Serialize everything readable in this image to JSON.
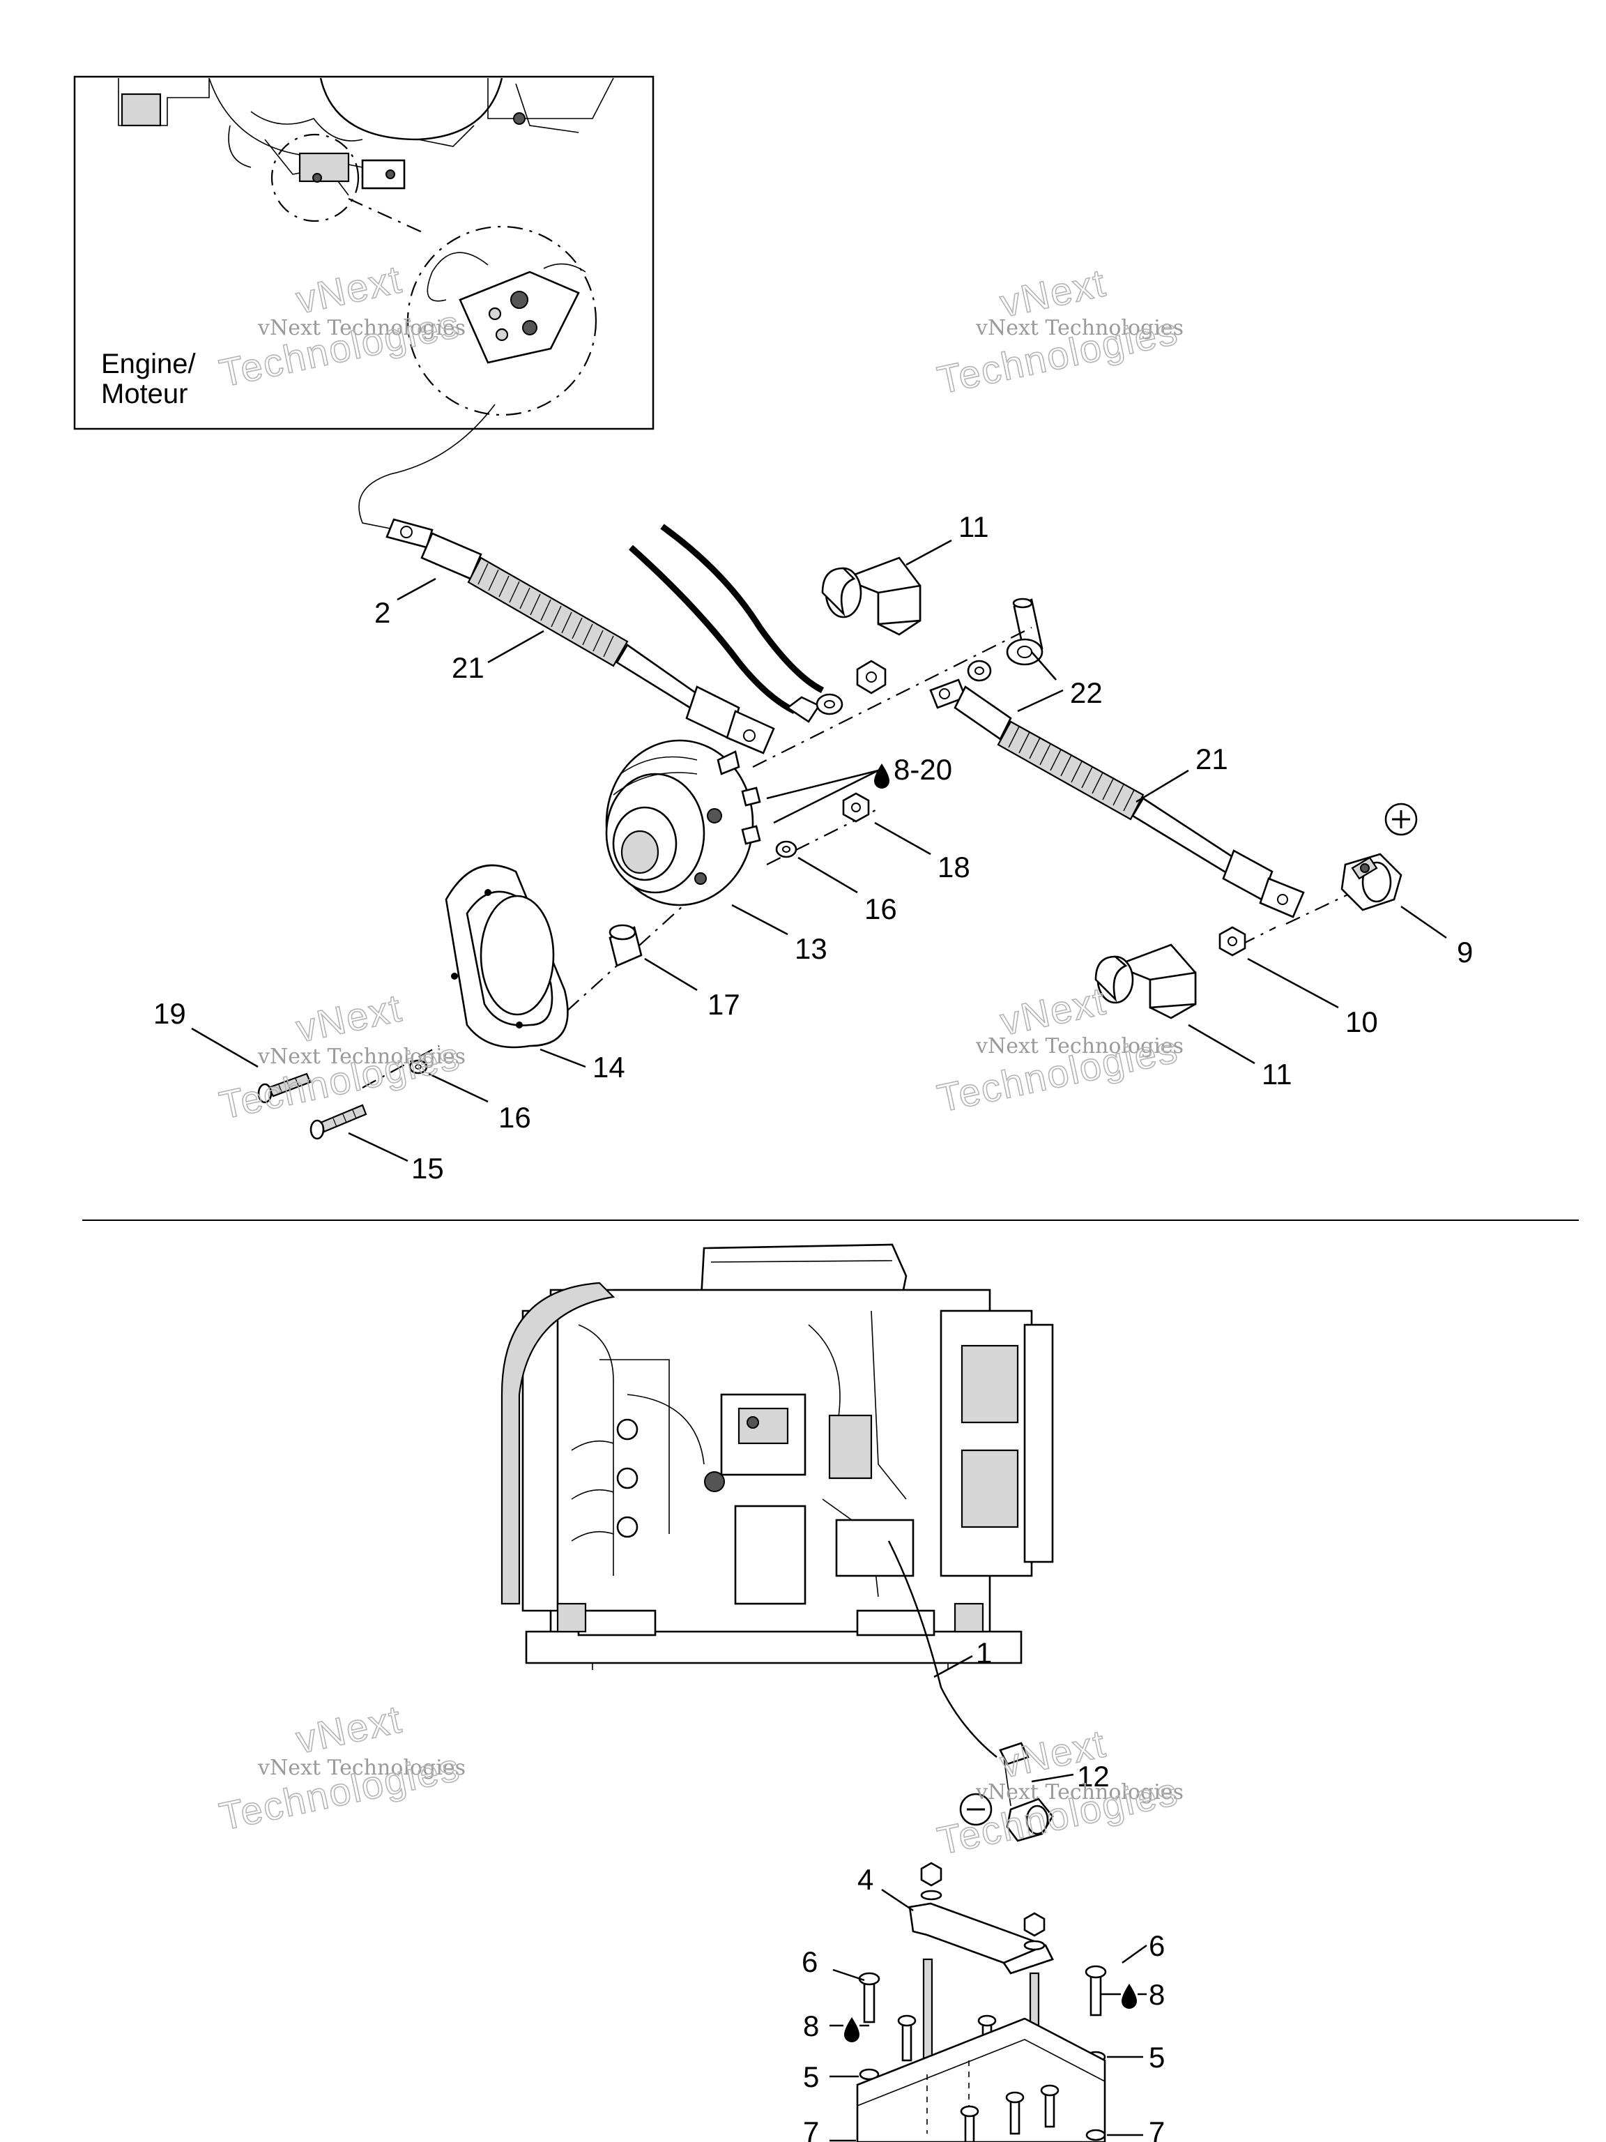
{
  "inset": {
    "line1": "Engine/",
    "line2": "Moteur"
  },
  "watermark": {
    "small": "vNext Technologies",
    "big_top": "vNext",
    "big_bottom": "Technologies"
  },
  "callouts": {
    "c2": "2",
    "c21a": "21",
    "c11a": "11",
    "c22": "22",
    "c8_20": "8-20",
    "c21b": "21",
    "c18": "18",
    "c16a": "16",
    "c13": "13",
    "c17": "17",
    "c9": "9",
    "c10": "10",
    "c11b": "11",
    "c19": "19",
    "c14": "14",
    "c16b": "16",
    "c15": "15",
    "c1": "1",
    "c12": "12",
    "c4": "4",
    "c6a": "6",
    "c6b": "6",
    "c8a": "8",
    "c8b": "8",
    "c5a": "5",
    "c5b": "5",
    "c7a": "7",
    "c7b": "7"
  },
  "symbols": {
    "positive": "positive-terminal-icon",
    "negative": "negative-terminal-icon",
    "lubricant": "oil-drop-icon"
  },
  "colors": {
    "line": "#000000",
    "watermark": "#9a9a9a",
    "background": "#ffffff"
  }
}
